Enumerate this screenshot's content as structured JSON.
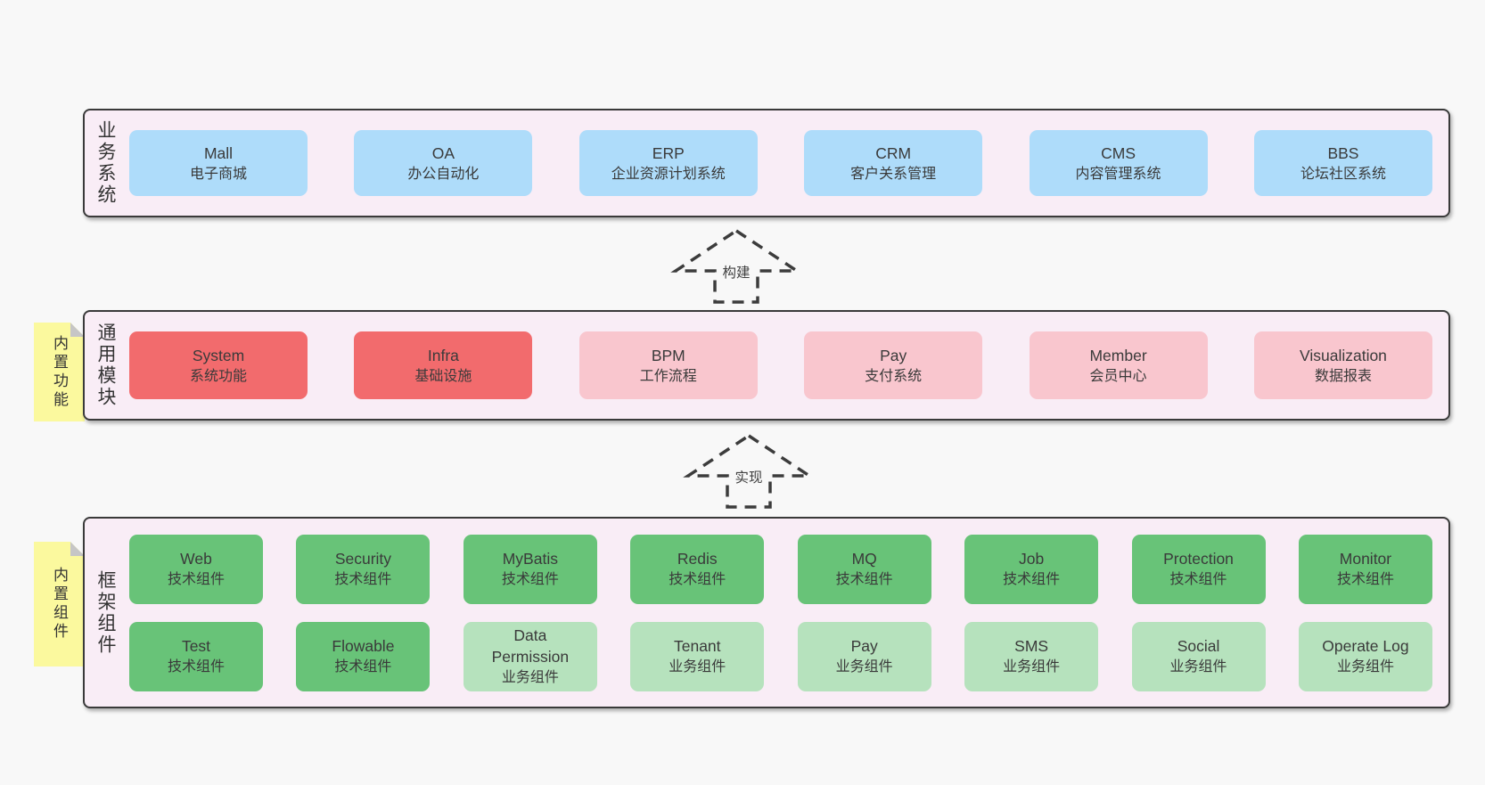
{
  "colors": {
    "page_bg": "#f8f8f8",
    "section_bg": "#f9edf6",
    "section_border": "#3a3a3a",
    "box_blue": "#aedcfa",
    "box_red": "#f26b6d",
    "box_pink": "#f9c6ce",
    "box_green": "#68c378",
    "box_lightgreen": "#b6e2bd",
    "sticky_bg": "#fbf99e",
    "sticky_fold": "#c6c6c6",
    "text": "#3a3a3a"
  },
  "arrows": [
    {
      "label": "构建"
    },
    {
      "label": "实现"
    }
  ],
  "stickies": [
    {
      "label": "内置功能"
    },
    {
      "label": "内置组件"
    }
  ],
  "sections": [
    {
      "label": "业务系统",
      "boxes": [
        {
          "name": "Mall",
          "desc": "电子商城"
        },
        {
          "name": "OA",
          "desc": "办公自动化"
        },
        {
          "name": "ERP",
          "desc": "企业资源计划系统"
        },
        {
          "name": "CRM",
          "desc": "客户关系管理"
        },
        {
          "name": "CMS",
          "desc": "内容管理系统"
        },
        {
          "name": "BBS",
          "desc": "论坛社区系统"
        }
      ]
    },
    {
      "label": "通用模块",
      "boxes": [
        {
          "name": "System",
          "desc": "系统功能"
        },
        {
          "name": "Infra",
          "desc": "基础设施"
        },
        {
          "name": "BPM",
          "desc": "工作流程"
        },
        {
          "name": "Pay",
          "desc": "支付系统"
        },
        {
          "name": "Member",
          "desc": "会员中心"
        },
        {
          "name": "Visualization",
          "desc": "数据报表"
        }
      ]
    },
    {
      "label": "框架组件",
      "rows": [
        [
          {
            "name": "Web",
            "desc": "技术组件"
          },
          {
            "name": "Security",
            "desc": "技术组件"
          },
          {
            "name": "MyBatis",
            "desc": "技术组件"
          },
          {
            "name": "Redis",
            "desc": "技术组件"
          },
          {
            "name": "MQ",
            "desc": "技术组件"
          },
          {
            "name": "Job",
            "desc": "技术组件"
          },
          {
            "name": "Protection",
            "desc": "技术组件"
          },
          {
            "name": "Monitor",
            "desc": "技术组件"
          }
        ],
        [
          {
            "name": "Test",
            "desc": "技术组件"
          },
          {
            "name": "Flowable",
            "desc": "技术组件"
          },
          {
            "name": "Data Permission",
            "desc": "业务组件"
          },
          {
            "name": "Tenant",
            "desc": "业务组件"
          },
          {
            "name": "Pay",
            "desc": "业务组件"
          },
          {
            "name": "SMS",
            "desc": "业务组件"
          },
          {
            "name": "Social",
            "desc": "业务组件"
          },
          {
            "name": "Operate Log",
            "desc": "业务组件"
          }
        ]
      ]
    }
  ]
}
